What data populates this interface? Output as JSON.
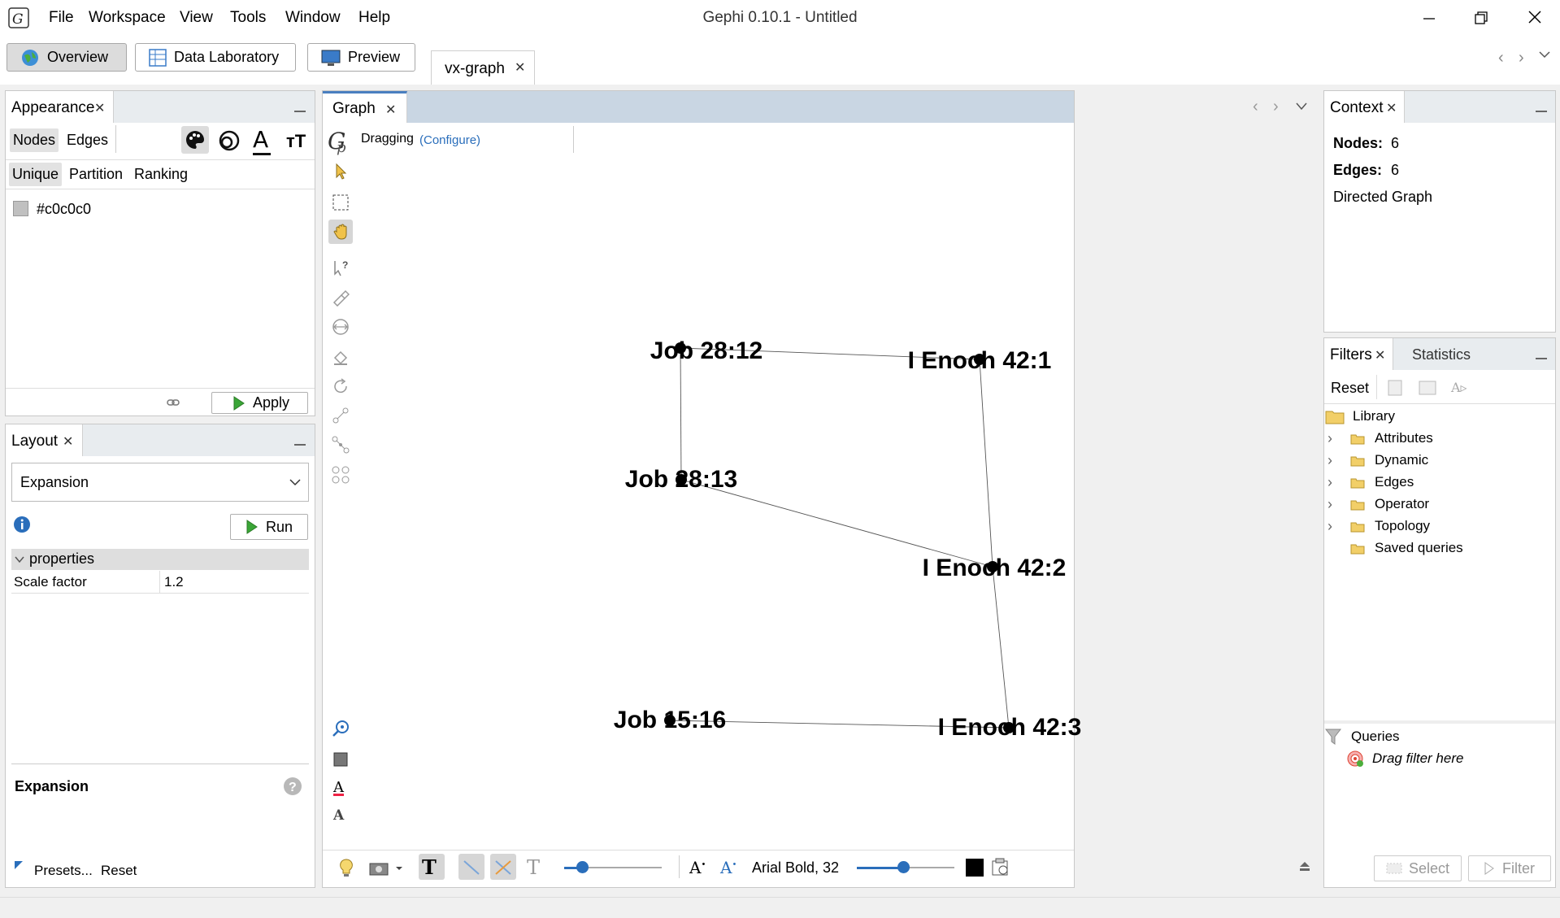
{
  "window": {
    "title": "Gephi 0.10.1 - Untitled",
    "menu": [
      "File",
      "Workspace",
      "View",
      "Tools",
      "Window",
      "Help"
    ]
  },
  "perspectives": {
    "overview": "Overview",
    "data_lab": "Data Laboratory",
    "preview": "Preview",
    "workspace_tab": "vx-graph"
  },
  "appearance": {
    "tab": "Appearance",
    "element_tabs": [
      "Nodes",
      "Edges"
    ],
    "mode_tabs": [
      "Unique",
      "Partition",
      "Ranking"
    ],
    "color_value": "#c0c0c0",
    "apply": "Apply"
  },
  "layout": {
    "tab": "Layout",
    "selected": "Expansion",
    "run": "Run",
    "properties_header": "properties",
    "property_name": "Scale factor",
    "property_value": "1.2",
    "description_title": "Expansion",
    "presets": "Presets...",
    "reset": "Reset"
  },
  "graph": {
    "tab": "Graph",
    "tool": "Dragging",
    "configure": "(Configure)",
    "font_label": "Arial Bold, 32",
    "nodes": [
      {
        "id": "job2812",
        "label": "Job 28:12"
      },
      {
        "id": "enoch421",
        "label": "I Enoch 42:1"
      },
      {
        "id": "job2813",
        "label": "Job 28:13"
      },
      {
        "id": "enoch422",
        "label": "I Enoch 42:2"
      },
      {
        "id": "job1516",
        "label": "Job 15:16"
      },
      {
        "id": "enoch423",
        "label": "I Enoch 42:3"
      }
    ]
  },
  "context": {
    "tab": "Context",
    "nodes_label": "Nodes:",
    "nodes_value": "6",
    "edges_label": "Edges:",
    "edges_value": "6",
    "graph_type": "Directed Graph"
  },
  "filters": {
    "tab": "Filters",
    "stats_tab": "Statistics",
    "reset": "Reset",
    "library": "Library",
    "items": [
      "Attributes",
      "Dynamic",
      "Edges",
      "Operator",
      "Topology",
      "Saved queries"
    ],
    "queries": "Queries",
    "drag_hint": "Drag filter here",
    "select": "Select",
    "filter": "Filter"
  },
  "colors": {
    "accent_blue": "#2a6ebb",
    "node_color": "#c0c0c0"
  }
}
